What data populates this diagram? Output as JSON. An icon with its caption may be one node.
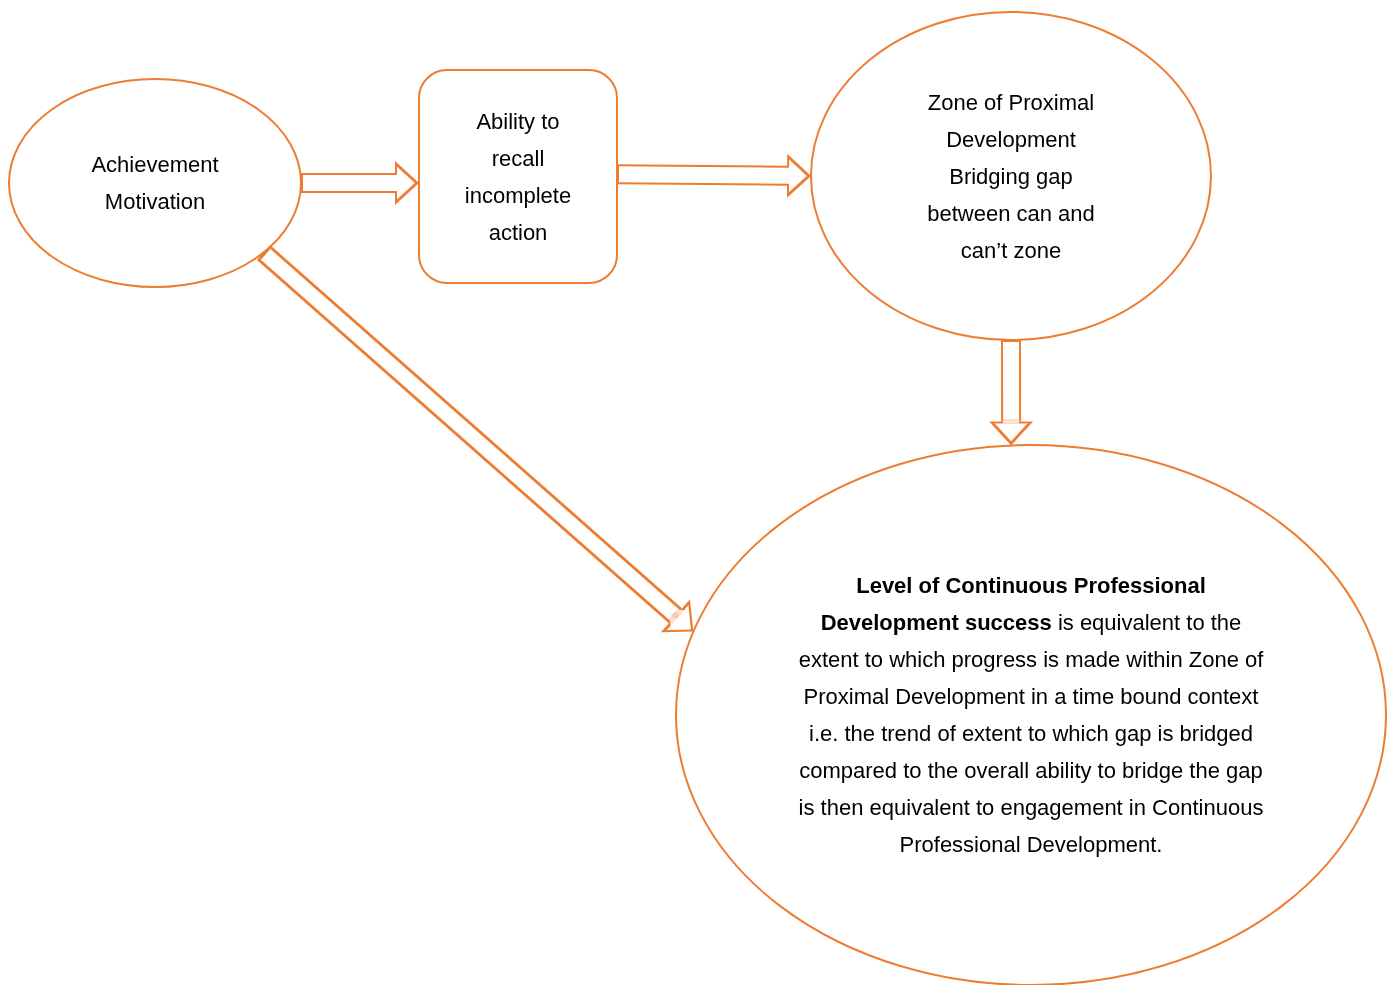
{
  "diagram": {
    "nodes": [
      {
        "text": [
          "Achievement Motivation"
        ]
      },
      {
        "text": [
          "Ability to recall incomplete action"
        ]
      },
      {
        "text": [
          "Zone of Proximal Development",
          "Bridging gap between can and can’t zone"
        ]
      },
      {
        "text": [
          "**Level of Continuous Professional Development success** is equivalent to the extent to which progress is made within Zone of Proximal Development in a time bound context i.e.  the trend of extent to which gap is bridged compared to the overall ability to bridge the gap is then equivalent to engagement in Continuous Professional Development."
        ]
      }
    ],
    "edges": [
      {
        "from": 0,
        "to": 1,
        "arrow": "to"
      },
      {
        "from": 1,
        "to": 2,
        "arrow": "to"
      },
      {
        "from": 2,
        "to": 3,
        "arrow": "to"
      },
      {
        "from": 0,
        "to": 3,
        "arrow": "to"
      }
    ]
  }
}
